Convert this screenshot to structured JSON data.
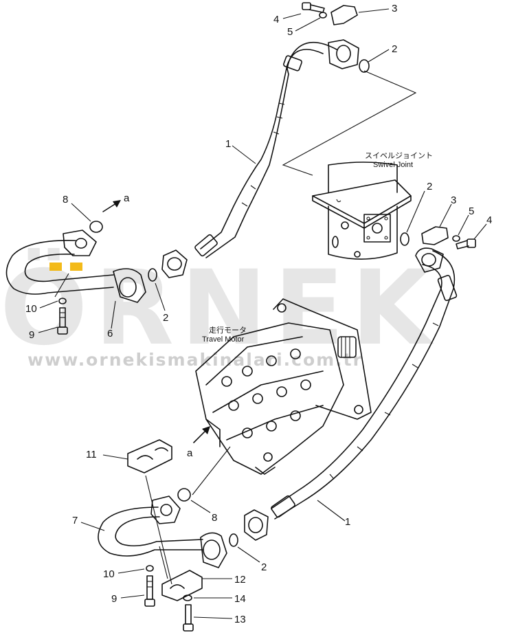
{
  "callouts": {
    "c1_upper": "1",
    "c1_lower": "1",
    "c2_top": "2",
    "c2_right": "2",
    "c2_mid": "2",
    "c2_bottom": "2",
    "c3_top": "3",
    "c3_right": "3",
    "c4_top": "4",
    "c4_right": "4",
    "c5_top": "5",
    "c5_right": "5",
    "c6": "6",
    "c7": "7",
    "c8_top": "8",
    "c8_bottom": "8",
    "c9_top": "9",
    "c9_bottom": "9",
    "c10_top": "10",
    "c10_bottom": "10",
    "c11": "11",
    "c12": "12",
    "c13": "13",
    "c14": "14",
    "arrow_a_top": "a",
    "arrow_a_mid": "a"
  },
  "labels": {
    "swivel_joint_jp": "スイベルジョイント",
    "swivel_joint_en": "Swivel Joint",
    "travel_motor_jp": "走行モータ",
    "travel_motor_en": "Travel Motor"
  },
  "watermark": {
    "brand": "ÖRNEK",
    "url": "www.ornekismakinalari.com.tr"
  },
  "colors": {
    "line": "#111111",
    "watermark_gray": "#c9c9c9",
    "watermark_accent": "#f2b300"
  }
}
